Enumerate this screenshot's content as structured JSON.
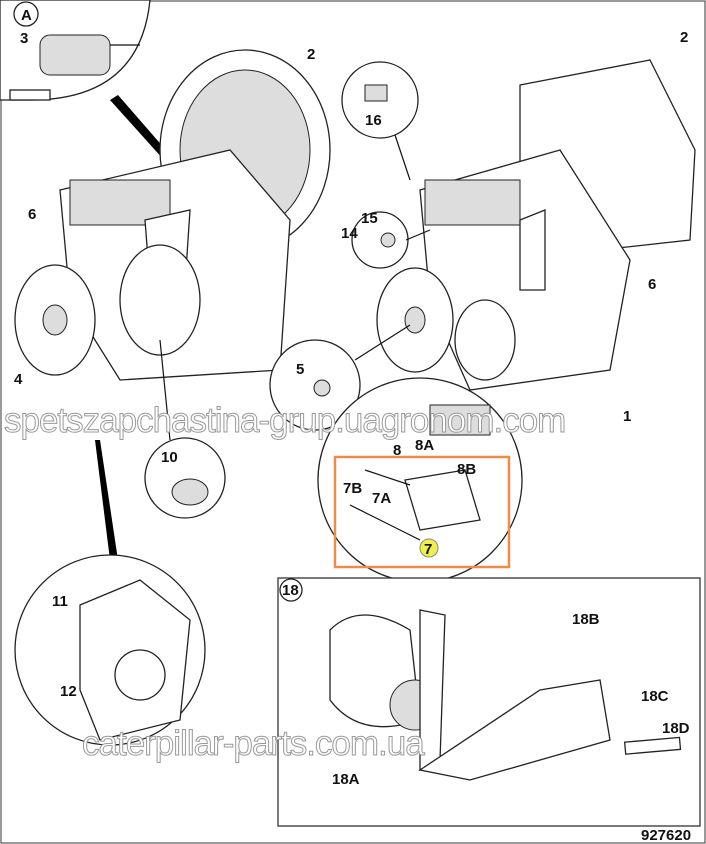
{
  "diagram": {
    "callouts": {
      "A": "A",
      "n3": "3",
      "n2_left": "2",
      "n16": "16",
      "n2_right": "2",
      "n6_left": "6",
      "n15": "15",
      "n14": "14",
      "n6_right": "6",
      "n5": "5",
      "n4": "4",
      "n1": "1",
      "n8": "8",
      "n8A": "8A",
      "n8B": "8B",
      "n7B": "7B",
      "n7A": "7A",
      "n7": "7",
      "n10": "10",
      "n11": "11",
      "n12": "12",
      "n18": "18",
      "n18B": "18B",
      "n18C": "18C",
      "n18D": "18D",
      "n18A": "18A"
    },
    "figure_number": "927620",
    "highlight_color": "#f08a4b",
    "highlight_dot_color": "#eef04a"
  },
  "watermarks": {
    "top": "spetszapchastina-grup.uagronom.com",
    "bottom": "caterpillar-parts.com.ua"
  }
}
